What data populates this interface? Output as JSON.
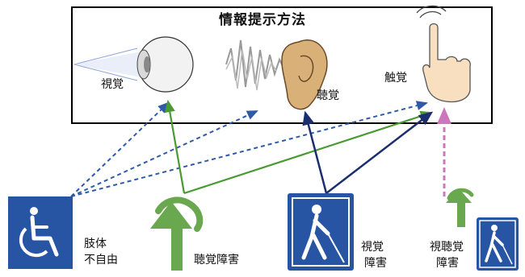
{
  "panel": {
    "title": "情報提示方法"
  },
  "senses": {
    "vision": "視覚",
    "hearing": "聴覚",
    "touch": "触覚"
  },
  "groups": {
    "physical_l1": "肢体",
    "physical_l2": "不自由",
    "hearing": "聴覚障害",
    "visual_l1": "視覚",
    "visual_l2": "障害",
    "deafblind_l1": "視聴覚",
    "deafblind_l2": "障害"
  },
  "colors": {
    "dashed_blue": "#2e5aa8",
    "green": "#4a9a32",
    "navy": "#1b2f6e",
    "pink_dashed": "#cc77bb",
    "icon_blue": "#2855a3",
    "leaf_green": "#6aa84f",
    "ear_tan": "#d8b078"
  },
  "icons": {
    "wheelchair": "wheelchair-icon",
    "ear_leaf": "ear-leaf-icon",
    "white_cane": "white-cane-icon",
    "eye": "eye-icon",
    "ear": "ear-icon",
    "hand": "hand-touch-icon"
  }
}
